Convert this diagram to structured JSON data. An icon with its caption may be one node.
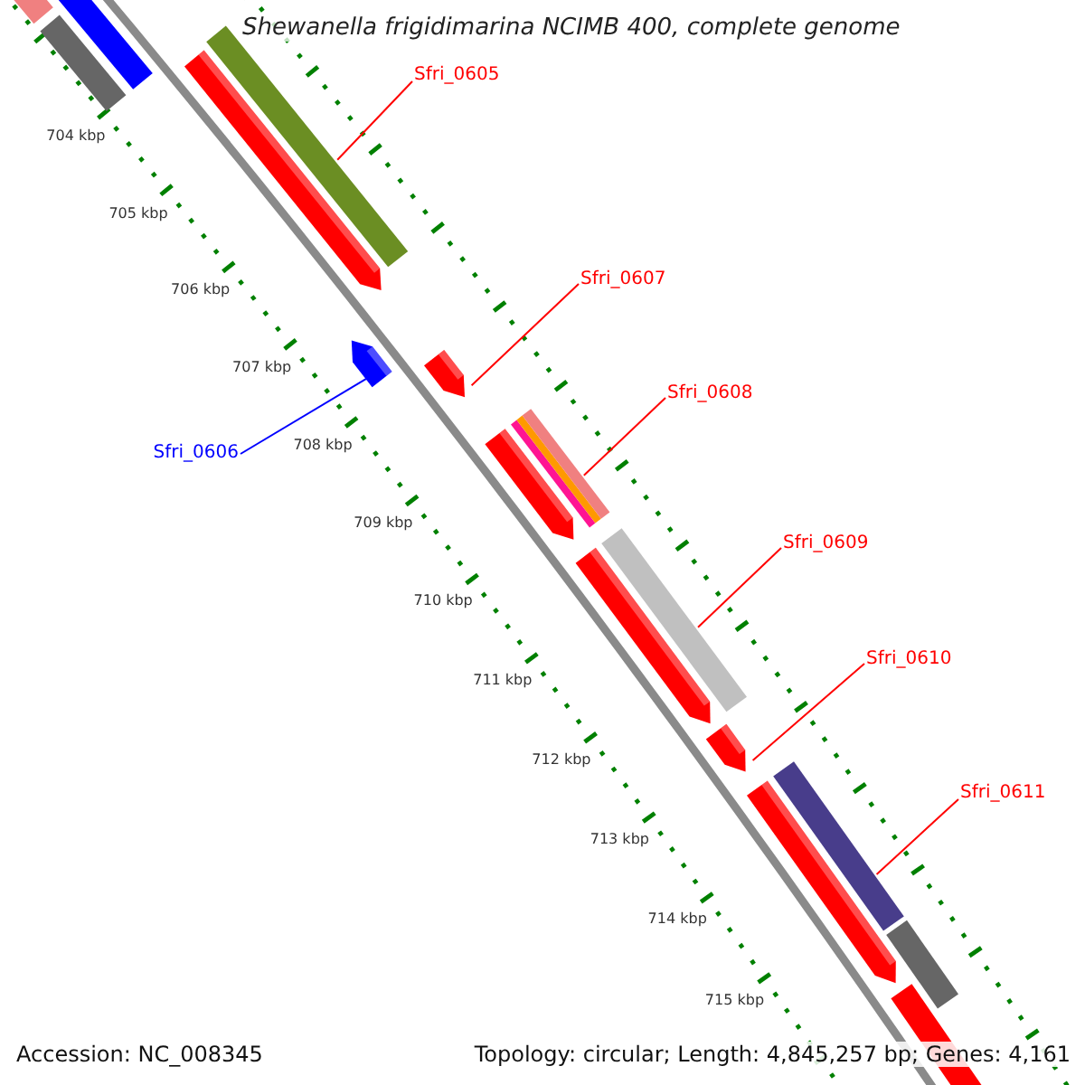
{
  "diagram": {
    "title": "Shewanella frigidimarina NCIMB 400, complete genome",
    "nodes": [
      {
        "text": [
          "Sfri_0605"
        ]
      },
      {
        "text": [],
        "shape": "bar"
      },
      {
        "text": [
          "Sfri_0607"
        ]
      },
      {
        "text": [],
        "shape": "bar"
      },
      {
        "text": [
          "Sfri_0608"
        ]
      },
      {
        "text": [],
        "shape": "bar"
      },
      {
        "text": [
          "Sfri_0606"
        ]
      },
      {
        "text": [],
        "shape": "bar"
      },
      {
        "text": [
          "Sfri_0609"
        ]
      },
      {
        "text": [],
        "shape": "bar"
      },
      {
        "text": [
          "Sfri_0610"
        ]
      },
      {
        "text": [],
        "shape": "bar"
      },
      {
        "text": [
          "Sfri_0611"
        ]
      },
      {
        "text": [],
        "shape": "bar"
      }
    ],
    "edges": [
      {
        "from": 0,
        "to": 1,
        "arrow": "none"
      },
      {
        "from": 2,
        "to": 3,
        "arrow": "none"
      },
      {
        "from": 4,
        "to": 5,
        "arrow": "none"
      },
      {
        "from": 6,
        "to": 7,
        "arrow": "none",
        "color": "#0000ff"
      },
      {
        "from": 8,
        "to": 9,
        "arrow": "none"
      },
      {
        "from": 10,
        "to": 11,
        "arrow": "none"
      },
      {
        "from": 12,
        "to": 13,
        "arrow": "none"
      }
    ],
    "labels": [
      "704 kbp",
      "705 kbp",
      "706 kbp",
      "707 kbp",
      "708 kbp",
      "709 kbp",
      "710 kbp",
      "711 kbp",
      "712 kbp",
      "713 kbp",
      "714 kbp",
      "715 kbp",
      "Accession: NC_008345",
      "Topology: circular; Length: 4,845,257 bp; Genes: 4,161"
    ]
  }
}
